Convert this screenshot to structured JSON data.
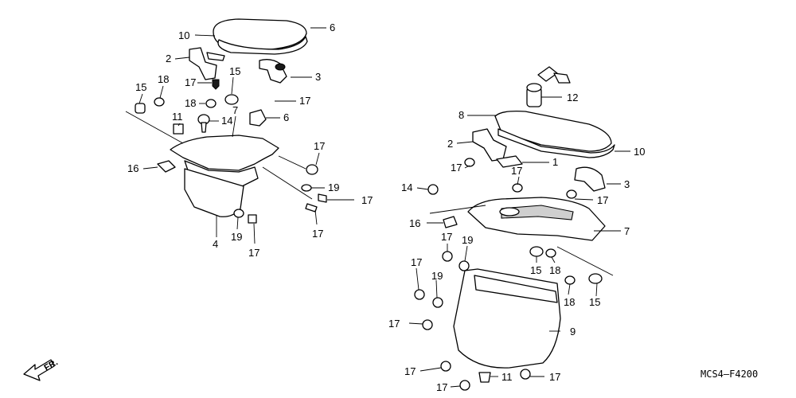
{
  "diagram_code": "MCS4–F4200",
  "direction_label": "FR.",
  "callouts": {
    "l10": "10",
    "l6": "6",
    "l2": "2",
    "l3": "3",
    "l17a": "17",
    "l15a": "15",
    "l15b": "15",
    "l18a": "18",
    "l18b": "18",
    "l17b": "17",
    "l11a": "11",
    "l14a": "14",
    "l6b": "6",
    "l7a": "7",
    "l16a": "16",
    "l17c": "17",
    "l19a": "19",
    "l17d": "17",
    "l17e": "17",
    "l4": "4",
    "l19b": "19",
    "l17f": "17",
    "r12": "12",
    "r8": "8",
    "r10": "10",
    "r2": "2",
    "r1": "1",
    "r17a": "17",
    "r17b": "17",
    "r3": "3",
    "r17c": "17",
    "r14": "14",
    "r16": "16",
    "r7": "7",
    "r17d": "17",
    "r19a": "19",
    "r17e": "17",
    "r15a": "15",
    "r18a": "18",
    "r19b": "19",
    "r18b": "18",
    "r15b": "15",
    "r17f": "17",
    "r9": "9",
    "r17g": "17",
    "r17h": "17",
    "r11": "11",
    "r17i": "17"
  }
}
